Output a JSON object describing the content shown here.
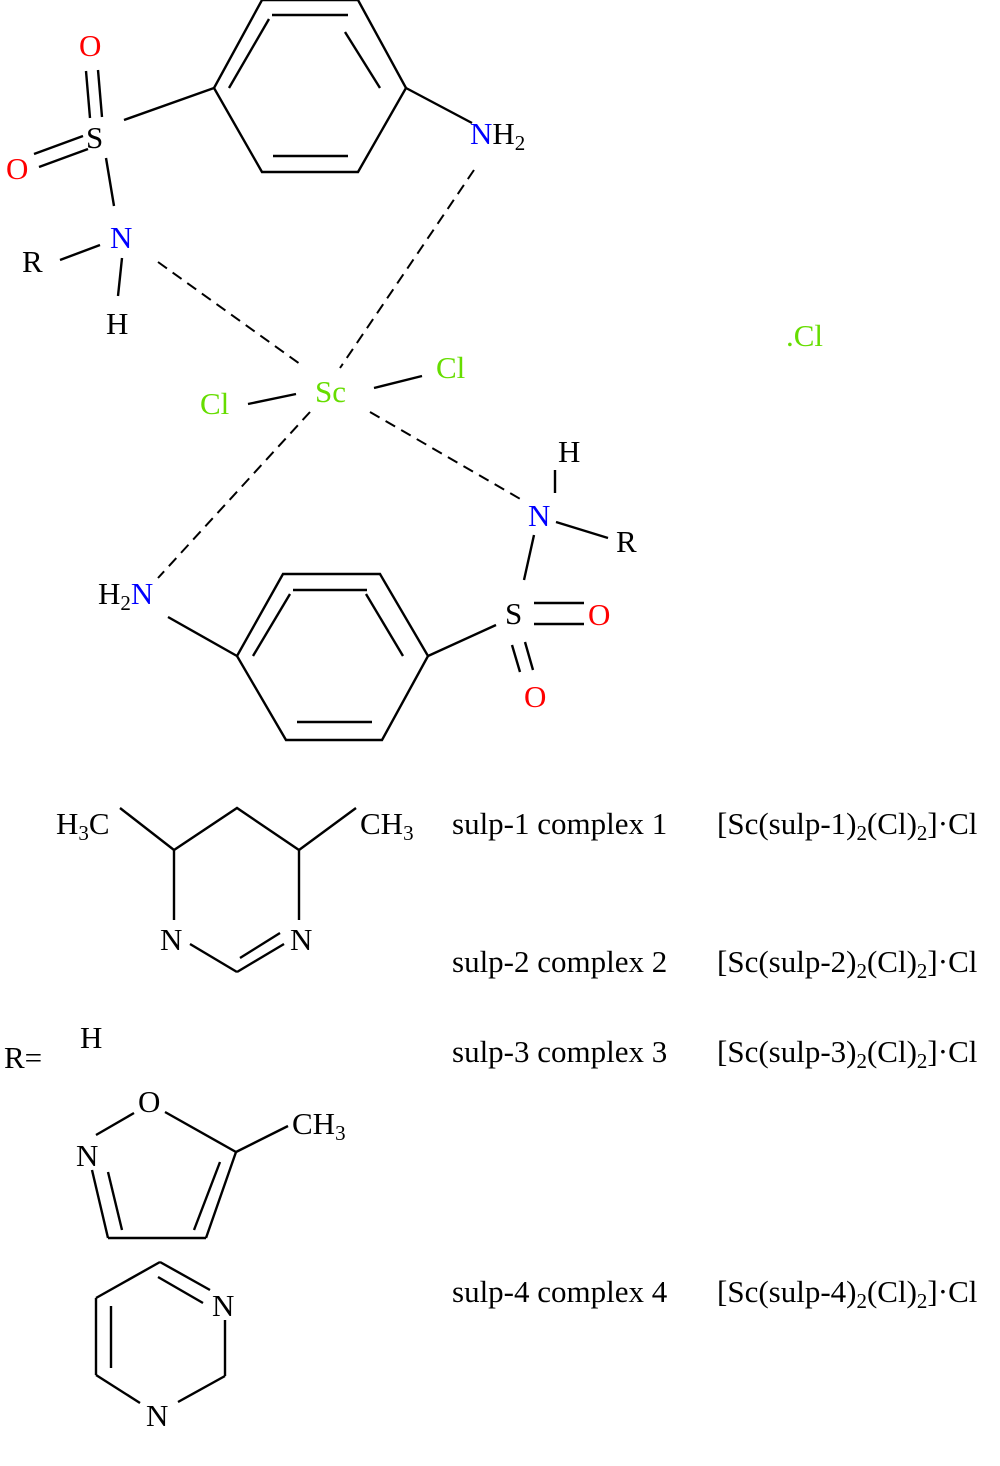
{
  "colors": {
    "carbon_text": "#000000",
    "oxygen": "#ff0000",
    "nitrogen": "#0000ff",
    "chlorine": "#66dd00"
  },
  "complex": {
    "metal": "Sc",
    "cl_left": "Cl",
    "cl_right": "Cl",
    "counter_ion": ".Cl",
    "upper_ligand": {
      "sulfur": "S",
      "oxygen_top": "O",
      "oxygen_left": "O",
      "amide_n": "N",
      "amide_h": "H",
      "r_group": "R",
      "amine_n": "N",
      "amine_h": "H",
      "amine_sub": "2"
    },
    "lower_ligand": {
      "sulfur": "S",
      "oxygen_right": "O",
      "oxygen_bottom": "O",
      "amide_n": "N",
      "amide_h": "H",
      "r_group": "R",
      "amine_h": "H",
      "amine_sub": "2",
      "amine_n": "N"
    }
  },
  "r_legend": {
    "prefix": "R=",
    "group1": {
      "methyl_left_h": "H",
      "methyl_left_sub": "3",
      "methyl_left_c": "C",
      "methyl_right_ch": "CH",
      "methyl_right_sub": "3",
      "n_left": "N",
      "n_right": "N"
    },
    "group2": {
      "h_label": "H"
    },
    "group3": {
      "o_label": "O",
      "n_label": "N",
      "methyl_ch": "CH",
      "methyl_sub": "3"
    },
    "group4": {
      "n_top": "N",
      "n_bottom": "N"
    }
  },
  "complexes": [
    {
      "ligand": "sulp-1",
      "name": "complex 1",
      "f_open": "[Sc(sulp-1)",
      "f_s1": "2",
      "f_mid": "(Cl)",
      "f_s2": "2",
      "f_close": "]·Cl"
    },
    {
      "ligand": "sulp-2",
      "name": "complex 2",
      "f_open": "[Sc(sulp-2)",
      "f_s1": "2",
      "f_mid": "(Cl)",
      "f_s2": "2",
      "f_close": "]·Cl"
    },
    {
      "ligand": "sulp-3",
      "name": "complex 3",
      "f_open": "[Sc(sulp-3)",
      "f_s1": "2",
      "f_mid": "(Cl)",
      "f_s2": "2",
      "f_close": "]·Cl"
    },
    {
      "ligand": "sulp-4",
      "name": "complex 4",
      "f_open": "[Sc(sulp-4)",
      "f_s1": "2",
      "f_mid": "(Cl)",
      "f_s2": "2",
      "f_close": "]·Cl"
    }
  ]
}
